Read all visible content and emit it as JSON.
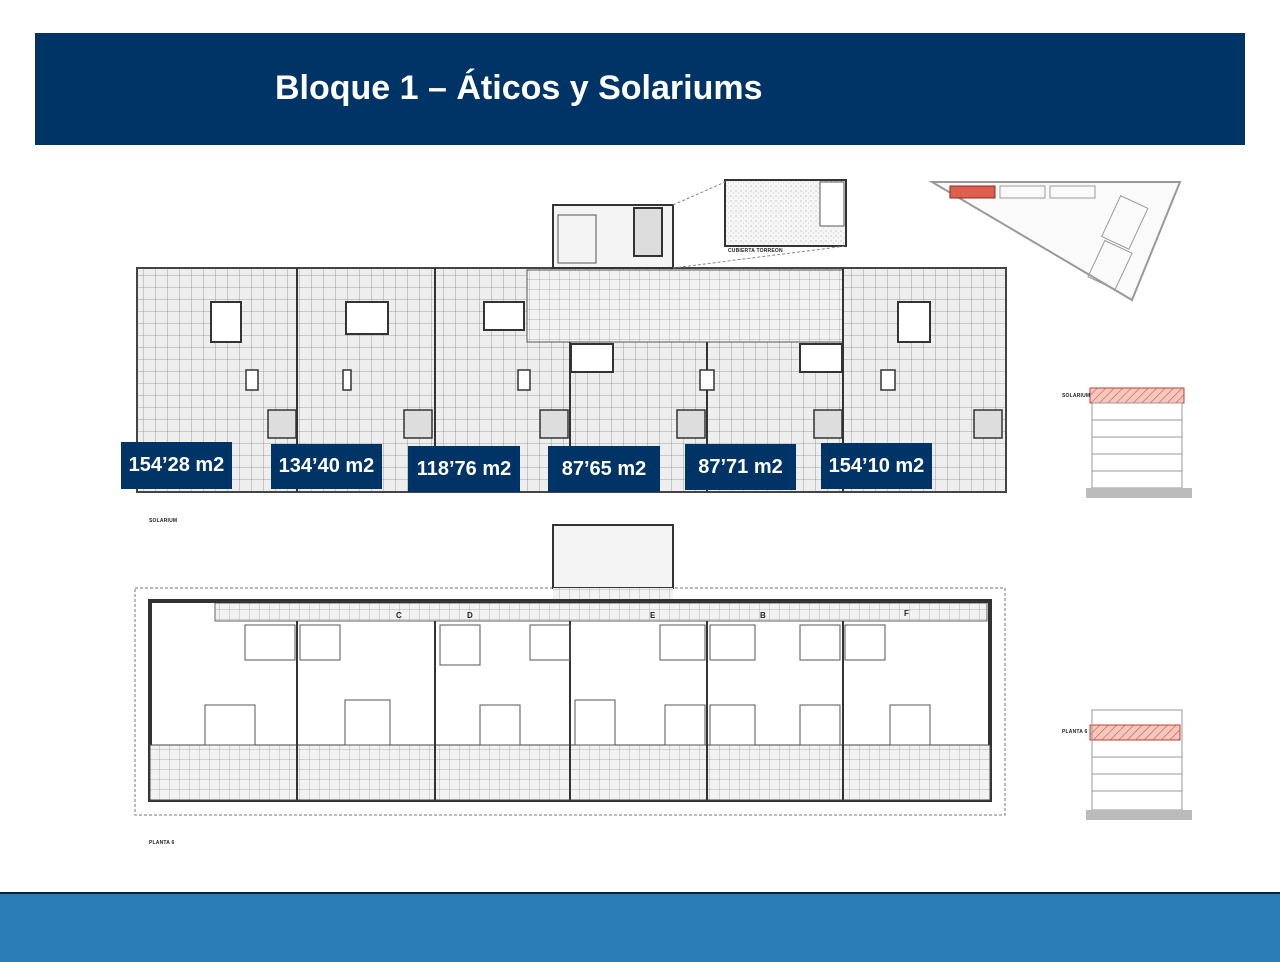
{
  "header": {
    "title": "Bloque 1 – Áticos y Solariums"
  },
  "areas": [
    "154’28 m2",
    "134’40 m2",
    "118’76 m2",
    "87’65 m2",
    "87’71 m2",
    "154’10 m2"
  ],
  "plan_labels": {
    "solarium": "SOLARIUM",
    "planta": "PLANTA 6",
    "cubierta": "CUBIERTA TORREON",
    "section_top": "SOLARIUM",
    "section_bottom": "PLANTA 6"
  },
  "grid_letters": [
    "C",
    "D",
    "E",
    "B",
    "F"
  ],
  "colors": {
    "header": "#003466",
    "footer": "#2a7db5",
    "highlight": "#e06050"
  }
}
